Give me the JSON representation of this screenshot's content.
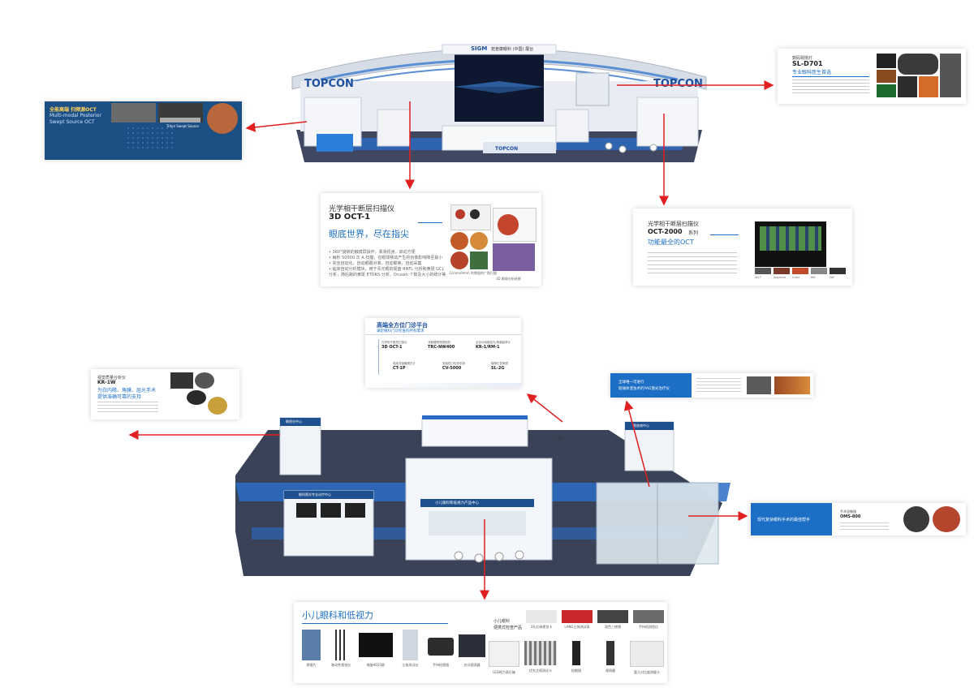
{
  "booth_top": {
    "brand_left": "TOPCON",
    "brand_right": "TOPCON",
    "header_logo": "SIGM",
    "header_text": "拓普康眼科 (中国) 展台",
    "counter_brand": "TOPCON"
  },
  "panel_oct_triton": {
    "title": "全能高端 扫频源OCT",
    "subtitle": "Multi-modal Posterior",
    "subtitle2": "Swept Source OCT",
    "caption": "Triton Swept Source"
  },
  "panel_sl_d701": {
    "category": "数码裂隙灯",
    "model": "SL-D701",
    "slogan": "专业眼科医生首选"
  },
  "panel_3d_oct": {
    "category": "光学相干断层扫描仪",
    "model": "3D OCT-1",
    "slogan": "眼底世界，尽在指尖",
    "bullets": [
      "• 360°旋转的触摸屏操作，柔滑机身，启动方便",
      "• 每秒 50000 次 A 扫描，在眼球移动产生的伪像影响降至最小",
      "• 完全自动化，自动眼跟对准，自动聚焦，自动采集",
      "• 临床自动分析模块，用于青光眼的视盘 RNFL 分析和黄斑 GCL",
      "  分析，随后跑的黄斑 ETDRS 分析，Drusen 个数及大小的统计等"
    ],
    "caption1": "12mmx9mm 的增强的广角扫描",
    "caption2": "3D 眼球分析结果"
  },
  "panel_oct2000": {
    "category": "光学相干断层扫描仪",
    "model": "OCT-2000",
    "model_suffix": "系列",
    "slogan": "功能最全的OCT",
    "thumb_labels": [
      "3D-T",
      "Advance",
      "Color",
      "Ref",
      "FAF"
    ]
  },
  "panel_platform": {
    "title": "高端全方位门诊平台",
    "subtitle": "满足眼科门诊检查的所有需求",
    "items": [
      {
        "desc": "光学相干断层扫描仪",
        "model": "3D OCT-1"
      },
      {
        "desc": "非散瞳眼底照相机",
        "model": "TRC-NW400"
      },
      {
        "desc": "全自动电脑验光/角膜曲率计",
        "model": "KR-1/RM-1"
      },
      {
        "desc": "电脑非接触眼压计",
        "model": "CT-1P"
      },
      {
        "desc": "电脑视力检查系统",
        "model": "CV-5000"
      },
      {
        "desc": "裂隙灯显微镜",
        "model": "SL-2G"
      }
    ]
  },
  "panel_kr1w": {
    "category": "视觉质量分析仪",
    "model": "KR-1W",
    "slogan_line1": "为白内障、角膜、屈光手术",
    "slogan_line2": "提供准确可靠的支持"
  },
  "panel_yag": {
    "category": "全球唯一可进行",
    "text": "玻璃体混浊术的YAG激光治疗仪"
  },
  "panel_omd": {
    "category": "手术显微镜",
    "model": "OMS-800",
    "text": "现代复杂眼科手术的最佳帮手"
  },
  "panel_pediatric": {
    "title": "小儿眼科和低视力",
    "right_title": "小儿眼科",
    "right_subtitle": "便携式检查产品",
    "products_left": [
      "视镜片",
      "移动性视觉仪",
      "电脑HESS屏",
      "立体测试仪",
      "手持检视镜",
      "台式视测器"
    ],
    "products_right": [
      "LED视力表灯箱",
      "优先注视测试卡",
      "检眼镜",
      "视网膜",
      "婴儿对比度测量卡"
    ],
    "products_top": [
      "3孔红绿视觉卡",
      "LANG立体测试表",
      "双色三棱镜",
      "手持阳测验仪"
    ]
  },
  "booth_bottom": {
    "sign_left": "眼视光中心",
    "sign_mid_left": "眼科视光专业诊疗中心",
    "sign_center": "小儿眼科和低视力产品中心",
    "sign_right": "眼底病中心",
    "sign_back": "门诊"
  },
  "colors": {
    "arrow": "#e02020",
    "brand_blue": "#1c6fc4",
    "floor": "#3a4356",
    "stripe": "#2b6cc4",
    "platform_blue": "#1e4f8f"
  }
}
